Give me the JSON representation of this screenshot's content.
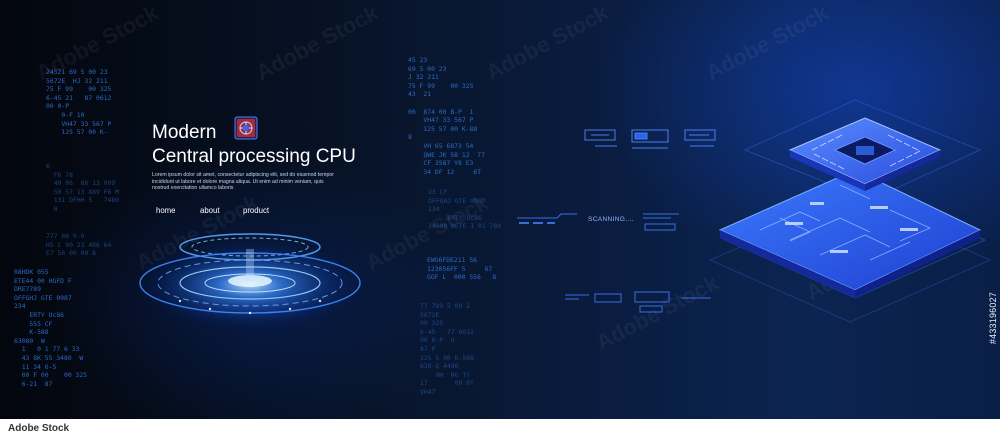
{
  "hero": {
    "title_line1": "Modern",
    "title_line2": "Central processing CPU",
    "description": "Lorem ipsum dolor sit amet, consectetur adipiscing elit, sed do eiusmod tempor incididunt ut labore et dolore magna aliqua. Ut enim ad minim veniam, quis nostrud exercitation ullamco laboris"
  },
  "nav": {
    "home": "home",
    "about": "about",
    "product": "product"
  },
  "hud": {
    "scanning_label": "SCANNING...."
  },
  "code_columns": {
    "left_top": "24521 69 5 00 23\n5672E  HJ 32 211\n75 F 99    00 325\n6-45 21   87 0612\n00 0-P \n    0-F 10\n    VH47 33 567 P\n    125 57 00 K-",
    "left_mid": "6\n  F6 78\n  40 06  86 13 009\n  50 57 13 889 F6 M\n  131 DFHH 5   7480\n  8",
    "left_low": "777 66 0-0\nH5 C 00 23 486 64\nE7 56 00 00 8",
    "left_bottom": "08HDK 055\nETE44 00 HGFD F\nDRE7789\nOFFGHJ GTE 0987\n234\n    ERTY Uc86\n    555 CF\n    K-588\n63080  W\n  1   0 1 77 6 33\n  43 8K 55 3480  W\n  11 34 6-5\n  00 F 00    00 325\n  6-21  87",
    "center_top": "45 23\n69 5 00 23\nJ 32 211\n75 F 99    00 325\n43  21\n\n00  874 00 B-P  1\n    VH47 33 567 P\n    125 57 00 K-88\n8\n    VH 65 6873 54\n    QWE JK 58 12  77\n    CF 3587 Y8 E3\n    34 DF 12     6T",
    "center_mid": "23 CF\nOFFGHJ GTE 0987\n234\n     ERTY Uc86\n34590 RETE 1 01 780",
    "center_low": "EWG6FDE211 56\n123056FF 5     67\nGGF L  000 556   8",
    "center_bottom": "77 789 5 00 2\n5672E\n00 325\n6-45   77 0612\n00 0-P  U\n87 P\n125 5 00 K-588\n638-Q 4490\n    HH  RG TY\n17       00 0T\nVH47"
  },
  "watermarks": [
    "Adobe Stock",
    "Adobe Stock",
    "Adobe Stock",
    "Adobe Stock",
    "Adobe Stock",
    "Adobe Stock",
    "Adobe Stock",
    "Adobe Stock"
  ],
  "stock": {
    "id": "#433196027",
    "brand": "Adobe Stock"
  },
  "colors": {
    "accent": "#2f74d8",
    "glow": "#3a8cff",
    "chip_top": "#2f5fe8",
    "text": "#ffffff"
  }
}
